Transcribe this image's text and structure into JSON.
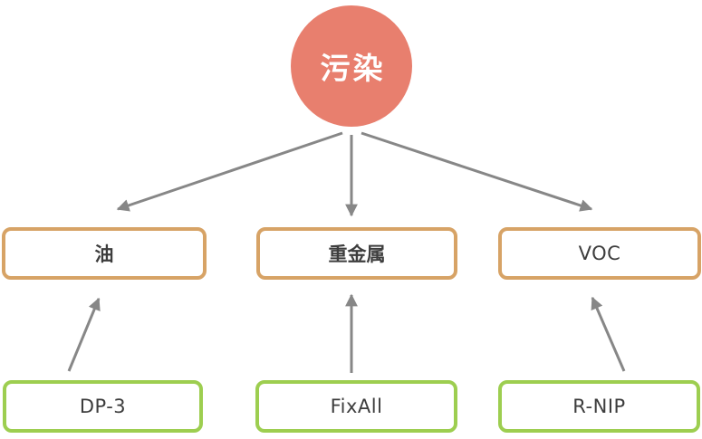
{
  "diagram": {
    "title": "pollution-treatment-mapping",
    "root": {
      "id": "pollution",
      "label": "污染"
    },
    "categories": [
      {
        "id": "oil",
        "label": "油"
      },
      {
        "id": "heavy-metals",
        "label": "重金属"
      },
      {
        "id": "voc",
        "label": "VOC"
      }
    ],
    "products": [
      {
        "id": "dp-3",
        "label": "DP-3"
      },
      {
        "id": "fixall",
        "label": "FixAll"
      },
      {
        "id": "r-nip",
        "label": "R-NIP"
      }
    ],
    "edges": [
      {
        "from": "污染",
        "to": "油",
        "direction": "down"
      },
      {
        "from": "污染",
        "to": "重金属",
        "direction": "down"
      },
      {
        "from": "污染",
        "to": "VOC",
        "direction": "down"
      },
      {
        "from": "DP-3",
        "to": "油",
        "direction": "up"
      },
      {
        "from": "FixAll",
        "to": "重金属",
        "direction": "up"
      },
      {
        "from": "R-NIP",
        "to": "VOC",
        "direction": "up"
      }
    ],
    "colors": {
      "root_fill": "#E87F6E",
      "root_text": "#FFFFFF",
      "category_border": "#D7A366",
      "product_border": "#9DCE50",
      "arrow": "#878787",
      "box_text": "#3D3D3D",
      "background": "#FFFFFF"
    }
  }
}
